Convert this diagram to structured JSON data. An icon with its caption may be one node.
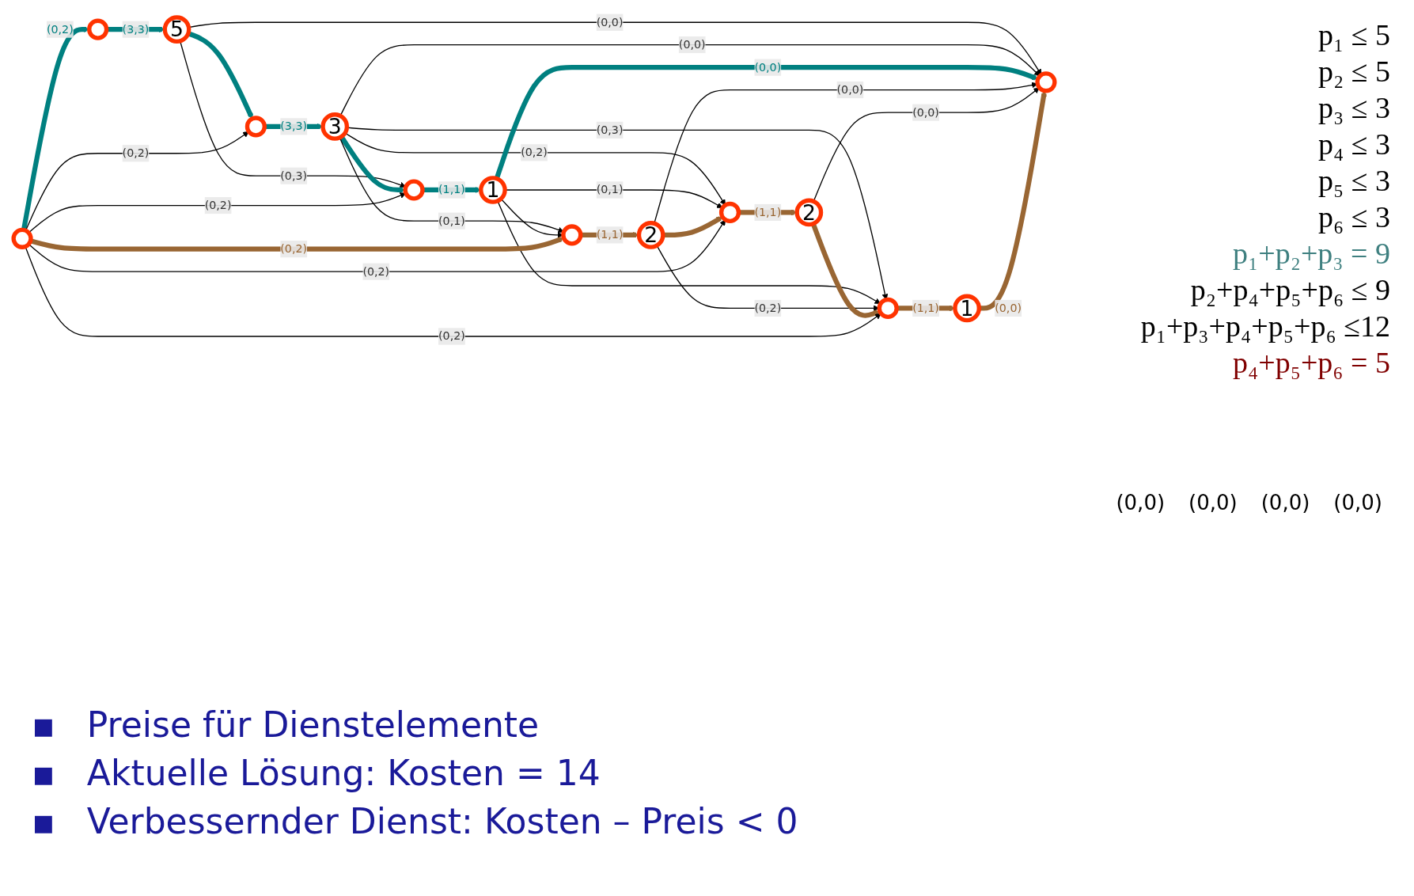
{
  "diagram": {
    "nodes": [
      {
        "text": [],
        "shape": "circle"
      },
      {
        "text": [],
        "shape": "circle"
      },
      {
        "text": [
          "5"
        ]
      },
      {
        "text": [],
        "shape": "circle"
      },
      {
        "text": [
          "3"
        ]
      },
      {
        "text": [],
        "shape": "circle"
      },
      {
        "text": [
          "1"
        ]
      },
      {
        "text": [],
        "shape": "circle"
      },
      {
        "text": [
          "2"
        ]
      },
      {
        "text": [],
        "shape": "circle"
      },
      {
        "text": [
          "2"
        ]
      },
      {
        "text": [],
        "shape": "circle"
      },
      {
        "text": [
          "1"
        ]
      },
      {
        "text": [],
        "shape": "circle"
      }
    ],
    "edges": [
      {
        "from": 0,
        "to": 1,
        "arrow": "to",
        "label": "(0,2)",
        "style": "thick",
        "color": "#008080"
      },
      {
        "from": 1,
        "to": 2,
        "arrow": "to",
        "label": "(3,3)",
        "style": "thick",
        "color": "#008080"
      },
      {
        "from": 2,
        "to": 3,
        "arrow": "to",
        "style": "thick",
        "color": "#008080"
      },
      {
        "from": 2,
        "to": 5,
        "arrow": "to",
        "label": "(0,3)"
      },
      {
        "from": 2,
        "to": 13,
        "arrow": "to",
        "label": "(0,0)"
      },
      {
        "from": 0,
        "to": 3,
        "arrow": "to",
        "label": "(0,2)"
      },
      {
        "from": 3,
        "to": 4,
        "arrow": "to",
        "label": "(3,3)",
        "style": "thick",
        "color": "#008080"
      },
      {
        "from": 4,
        "to": 5,
        "arrow": "to",
        "style": "thick",
        "color": "#008080"
      },
      {
        "from": 4,
        "to": 7,
        "arrow": "to",
        "label": "(0,1)"
      },
      {
        "from": 4,
        "to": 9,
        "arrow": "to",
        "label": "(0,2)"
      },
      {
        "from": 4,
        "to": 11,
        "arrow": "to",
        "label": "(0,3)"
      },
      {
        "from": 4,
        "to": 13,
        "arrow": "to",
        "label": "(0,0)"
      },
      {
        "from": 0,
        "to": 5,
        "arrow": "to",
        "label": "(0,2)"
      },
      {
        "from": 5,
        "to": 6,
        "arrow": "to",
        "label": "(1,1)",
        "style": "thick",
        "color": "#008080"
      },
      {
        "from": 6,
        "to": 7,
        "arrow": "to"
      },
      {
        "from": 6,
        "to": 9,
        "arrow": "to",
        "label": "(0,1)"
      },
      {
        "from": 6,
        "to": 11,
        "arrow": "to"
      },
      {
        "from": 6,
        "to": 13,
        "arrow": "to",
        "label": "(0,0)",
        "style": "thick",
        "color": "#008080"
      },
      {
        "from": 0,
        "to": 7,
        "arrow": "to",
        "label": "(0,2)",
        "style": "thick",
        "color": "#996633"
      },
      {
        "from": 7,
        "to": 8,
        "arrow": "to",
        "label": "(1,1)",
        "style": "thick",
        "color": "#996633"
      },
      {
        "from": 8,
        "to": 9,
        "arrow": "to",
        "style": "thick",
        "color": "#996633"
      },
      {
        "from": 8,
        "to": 11,
        "arrow": "to",
        "label": "(0,2)"
      },
      {
        "from": 8,
        "to": 13,
        "arrow": "to",
        "label": "(0,0)"
      },
      {
        "from": 0,
        "to": 9,
        "arrow": "to",
        "label": "(0,2)"
      },
      {
        "from": 9,
        "to": 10,
        "arrow": "to",
        "label": "(1,1)",
        "style": "thick",
        "color": "#996633"
      },
      {
        "from": 10,
        "to": 11,
        "arrow": "to",
        "style": "thick",
        "color": "#996633"
      },
      {
        "from": 10,
        "to": 13,
        "arrow": "to",
        "label": "(0,0)"
      },
      {
        "from": 0,
        "to": 11,
        "arrow": "to",
        "label": "(0,2)"
      },
      {
        "from": 11,
        "to": 12,
        "arrow": "to",
        "label": "(1,1)",
        "style": "thick",
        "color": "#996633"
      },
      {
        "from": 12,
        "to": 13,
        "arrow": "to",
        "label": "(0,0)",
        "style": "thick",
        "color": "#996633"
      }
    ],
    "labels": [
      "p₁ ≤ 5",
      "p₂ ≤ 5",
      "p₃ ≤ 3",
      "p₄ ≤ 3",
      "p₅ ≤ 3",
      "p₆ ≤ 3",
      "p₁+p₂+p₃ = 9",
      "p₂+p₄+p₅+p₆ ≤ 9",
      "p₁+p₃+p₄+p₅+p₆ ≤12",
      "p₄+p₅+p₆ = 5",
      "(0,0)",
      "(0,0)",
      "(0,0)",
      "(0,0)",
      "▪",
      "Preise für Dienstelemente",
      "▪",
      "Aktuelle Lösung: Kosten = 14",
      "▪",
      "Verbessernder Dienst: Kosten – Preis < 0"
    ]
  }
}
